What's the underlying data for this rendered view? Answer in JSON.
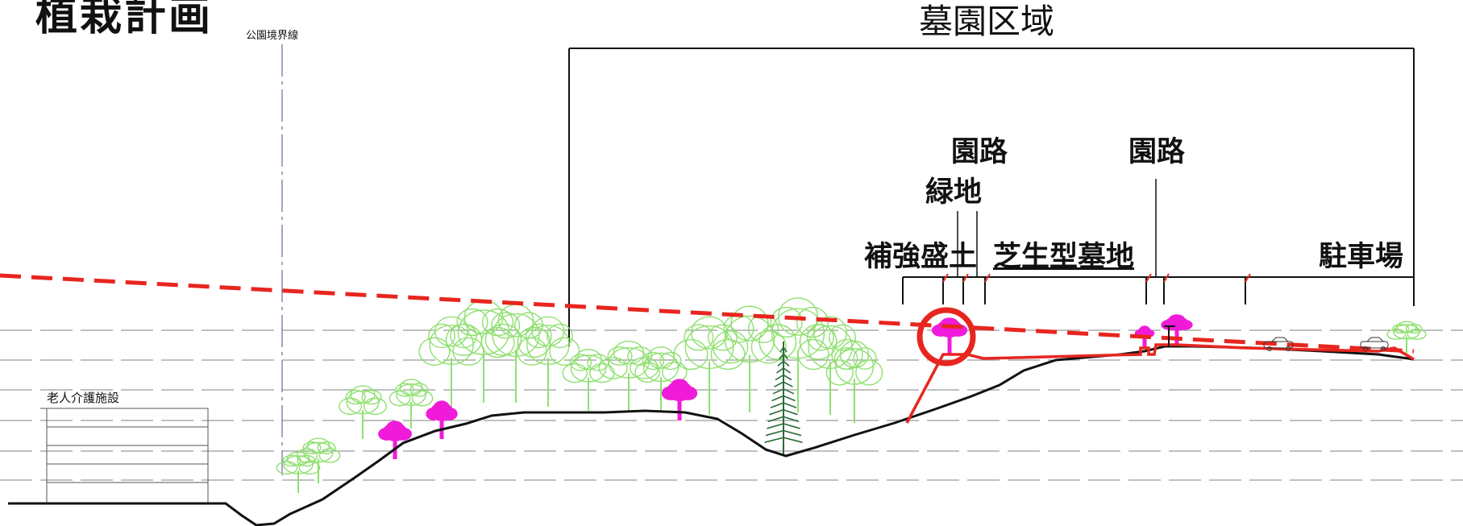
{
  "title": "植栽計画",
  "park_boundary_label": "公園境界線",
  "zone_label": "墓園区域",
  "facility_label": "老人介護施設",
  "section_labels": {
    "path_1": "園路",
    "greenery": "緑地",
    "reinforced_fill": "補強盛土",
    "lawn_cemetery": "芝生型墓地",
    "path_2": "園路",
    "parking": "駐車場"
  },
  "colors": {
    "ground_line": "#111111",
    "red_highlight": "#e8251f",
    "existing_tree": "#8fe070",
    "new_tree": "#f01bd8",
    "conifer": "#2d6b3a",
    "grid_line": "#9a9a9a"
  },
  "icons": {
    "deciduous_tree": "deciduous-tree-icon",
    "flowering_tree": "flowering-tree-icon",
    "conifer_tree": "conifer-tree-icon",
    "vehicle": "car-icon"
  }
}
